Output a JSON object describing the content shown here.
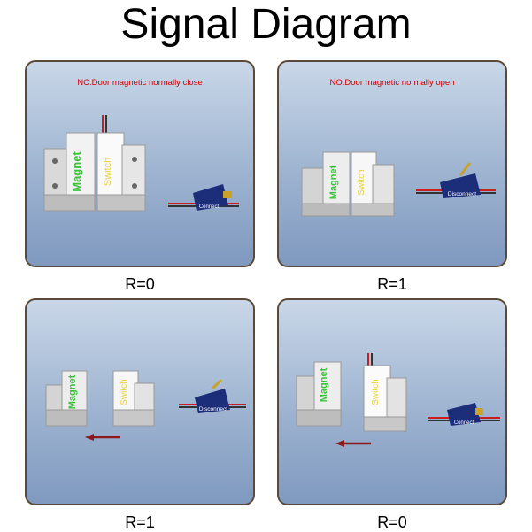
{
  "title": "Signal Diagram",
  "panels": [
    {
      "caption_code": "NC:",
      "caption_text": "Door magnetic normally close",
      "magnet_label": "Magnet",
      "switch_label": "Switch",
      "connector_label": "Connect",
      "result": "R=0"
    },
    {
      "caption_code": "NO:",
      "caption_text": "Door magnetic normally open",
      "magnet_label": "Magnet",
      "switch_label": "Switch",
      "connector_label": "Disconnect",
      "result": "R=1"
    },
    {
      "caption_code": "",
      "caption_text": "",
      "magnet_label": "Magnet",
      "switch_label": "Switch",
      "connector_label": "Disconnect",
      "result": "R=1"
    },
    {
      "caption_code": "",
      "caption_text": "",
      "magnet_label": "Magnet",
      "switch_label": "Switch",
      "connector_label": "Connect",
      "result": "R=0"
    }
  ],
  "colors": {
    "magnet_text": "#3cc23c",
    "switch_text": "#e8d23a",
    "caption_red": "#d40000",
    "arrow": "#8b1a1a",
    "connector_blue": "#1c2d7a"
  }
}
